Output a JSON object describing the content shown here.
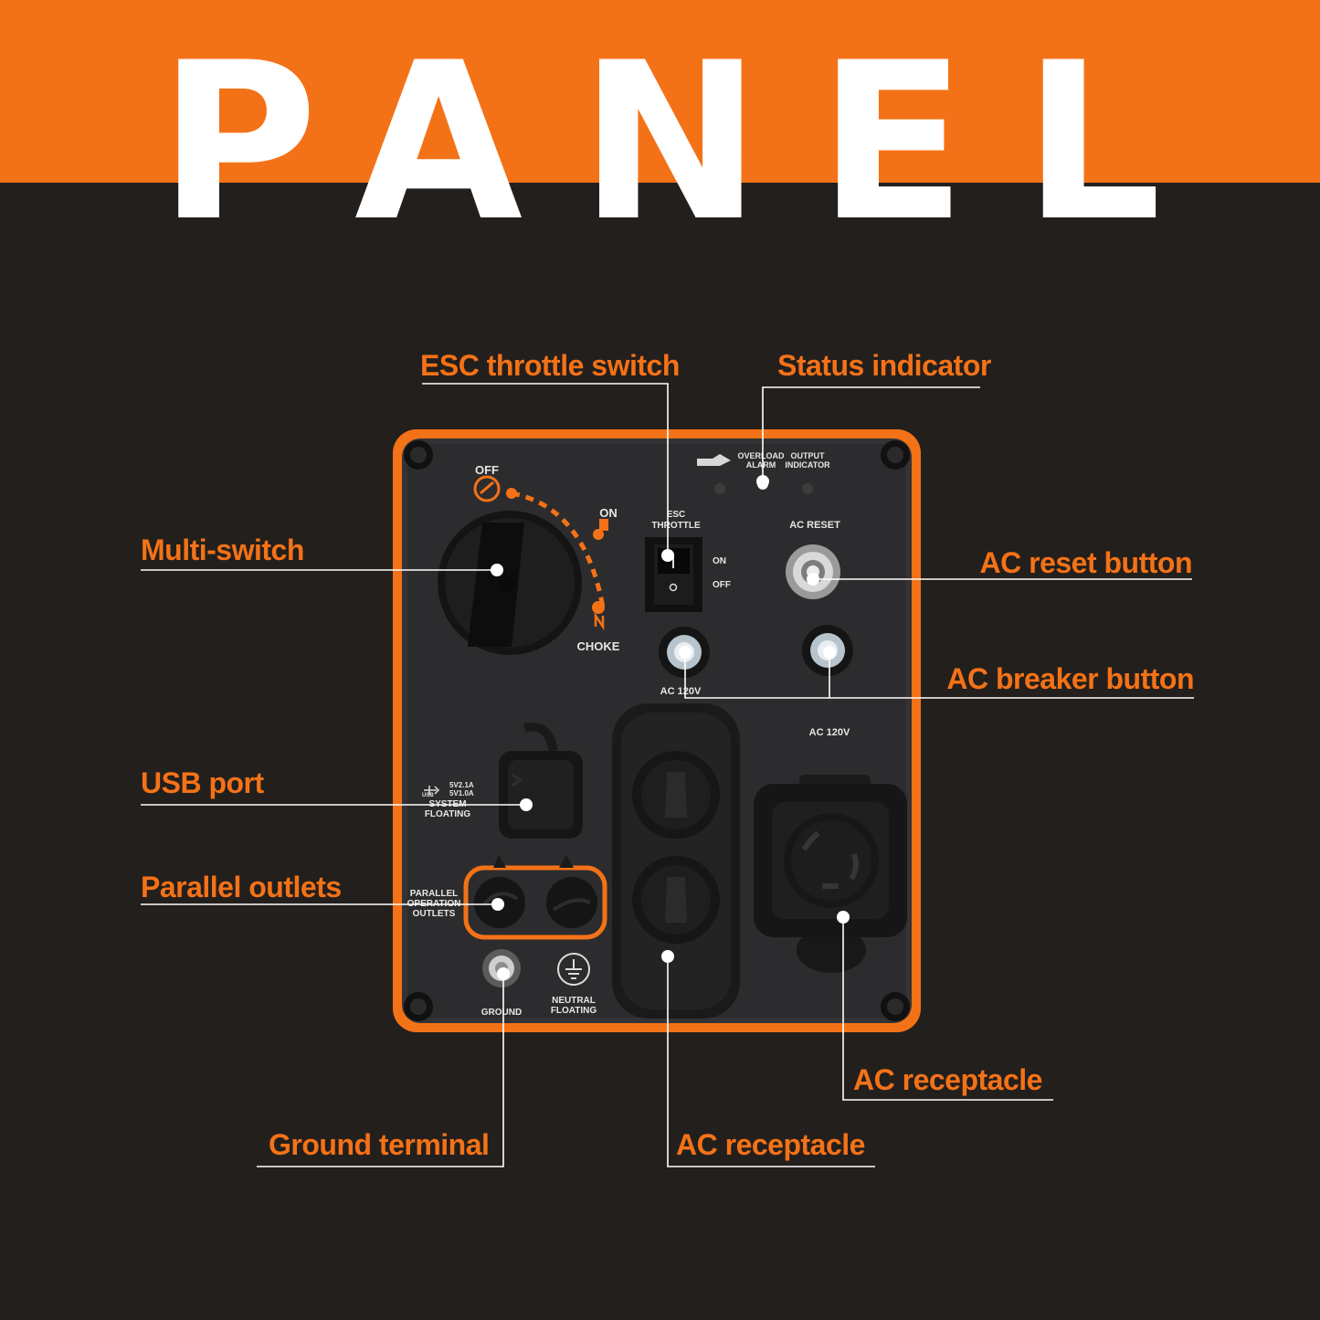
{
  "header": {
    "title": "PANEL",
    "banner_color": "#f47217"
  },
  "callouts": {
    "esc_throttle_switch": "ESC throttle switch",
    "status_indicator": "Status indicator",
    "multi_switch": "Multi-switch",
    "ac_reset_button": "AC reset button",
    "ac_breaker_button": "AC breaker button",
    "usb_port": "USB port",
    "parallel_outlets": "Parallel outlets",
    "ac_receptacle_twist": "AC receptacle",
    "ground_terminal": "Ground terminal",
    "ac_receptacle_duplex": "AC receptacle"
  },
  "panel": {
    "off": "OFF",
    "on": "ON",
    "choke": "CHOKE",
    "esc": "ESC",
    "throttle": "THROTTLE",
    "switch_on": "ON",
    "switch_off": "OFF",
    "overload": "OVERLOAD",
    "alarm": "ALARM",
    "output": "OUTPUT",
    "indicator": "INDICATOR",
    "ac_reset": "AC RESET",
    "ac_120v_left": "AC 120V",
    "ac_120v_right": "AC 120V",
    "usb": "USB",
    "usb_rating_1": "5V2.1A",
    "usb_rating_2": "5V1.0A",
    "system": "SYSTEM",
    "floating": "FLOATING",
    "parallel": "PARALLEL",
    "operation": "OPERATION",
    "outlets": "OUTLETS",
    "ground": "GROUND",
    "neutral": "NEUTRAL",
    "neutral_floating": "FLOATING"
  },
  "colors": {
    "accent": "#f47217",
    "background": "#231f1d",
    "panel": "#2f2f31"
  }
}
